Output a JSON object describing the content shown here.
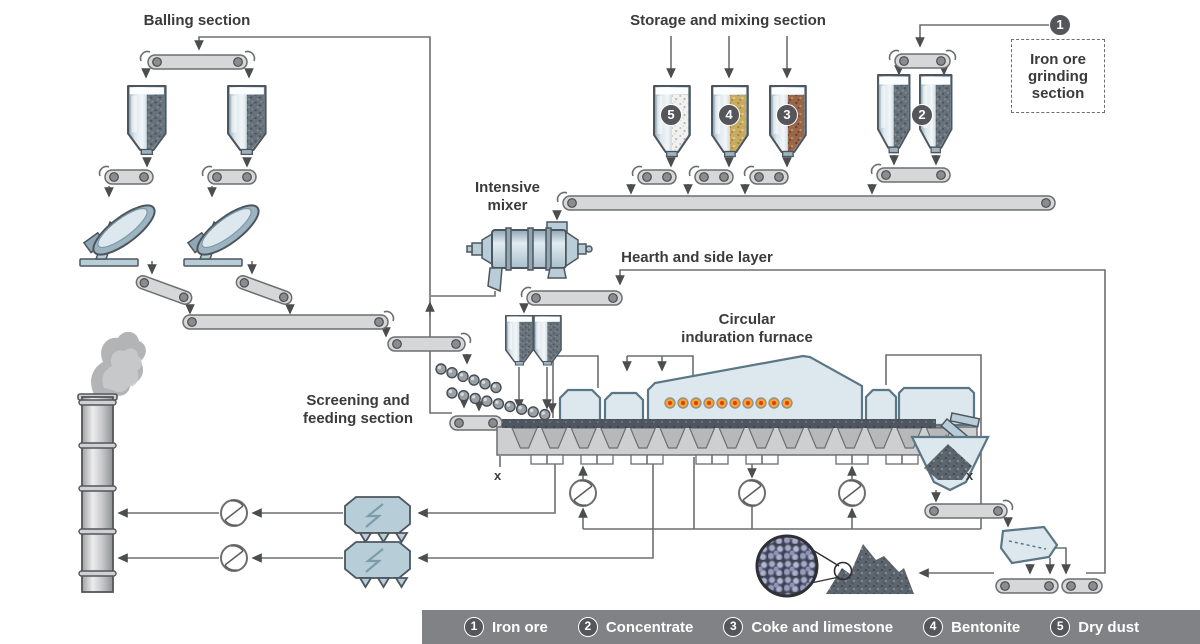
{
  "labels": {
    "balling": "Balling section",
    "storage": "Storage and mixing section",
    "grinding": "Iron ore grinding section",
    "mixer1": "Intensive",
    "mixer2": "mixer",
    "hearth": "Hearth and side layer",
    "furnace1": "Circular",
    "furnace2": "induration furnace",
    "screening1": "Screening and",
    "screening2": "feeding section",
    "x_left": "x",
    "x_right": "x"
  },
  "badges": {
    "b1": "1",
    "b2": "2",
    "b3": "3",
    "b4": "4",
    "b5": "5"
  },
  "legend": {
    "items": [
      {
        "num": "1",
        "label": "Iron ore"
      },
      {
        "num": "2",
        "label": "Concentrate"
      },
      {
        "num": "3",
        "label": "Coke and limestone"
      },
      {
        "num": "4",
        "label": "Bentonite"
      },
      {
        "num": "5",
        "label": "Dry dust"
      }
    ]
  },
  "icons": {
    "fan": "fan-icon",
    "electrostatic_precipitator": "lightning-icon",
    "burner": "burner-dot-icon",
    "magnifier": "magnifier-circle-icon"
  },
  "colors": {
    "line": "#6d6e70",
    "label_text": "#3b3b3d",
    "badge_bg": "#55565a",
    "legend_bar_bg": "#808285",
    "legend_text": "#ffffff",
    "equipment_light": "#dde8ee",
    "equipment_stroke": "#5b7685",
    "conveyor_fill": "#d6d7d8",
    "burner_orange": "#f5a623",
    "burner_red": "#e0391e",
    "material_concentrate": "#68727b",
    "material_coke": "#996649",
    "material_bentonite": "#c7ab60",
    "material_dust": "#f1f1ef",
    "pellet": "#a3a8c6"
  }
}
